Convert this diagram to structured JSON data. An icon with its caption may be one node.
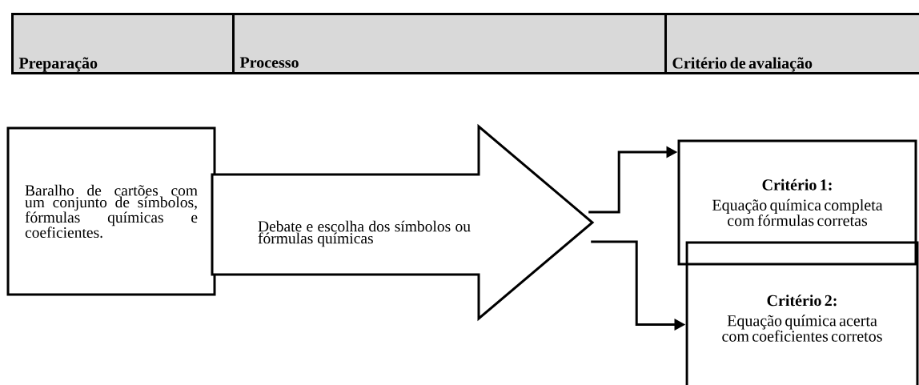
{
  "diagram": {
    "nodes": [
      {
        "text": [
          "Preparação"
        ]
      },
      {
        "text": [
          "Processo"
        ]
      },
      {
        "text": [
          "Critério de avaliação"
        ]
      },
      {
        "text": [
          "Baralho de cartões com um conjunto de símbolos, fórmulas químicas e coeficientes."
        ]
      },
      {
        "text": [
          "Debate e escolha dos símbolos ou fórmulas químicas"
        ]
      },
      {
        "text": [
          "Critério 1:",
          "Equação química completa com fórmulas corretas"
        ]
      },
      {
        "text": [
          "Critério 2:",
          "Equação química acerta com coeficientes corretos"
        ]
      }
    ],
    "edges": [
      {
        "from": 4,
        "to": 5,
        "arrow": "to"
      },
      {
        "from": 4,
        "to": 6,
        "arrow": "to"
      }
    ]
  }
}
